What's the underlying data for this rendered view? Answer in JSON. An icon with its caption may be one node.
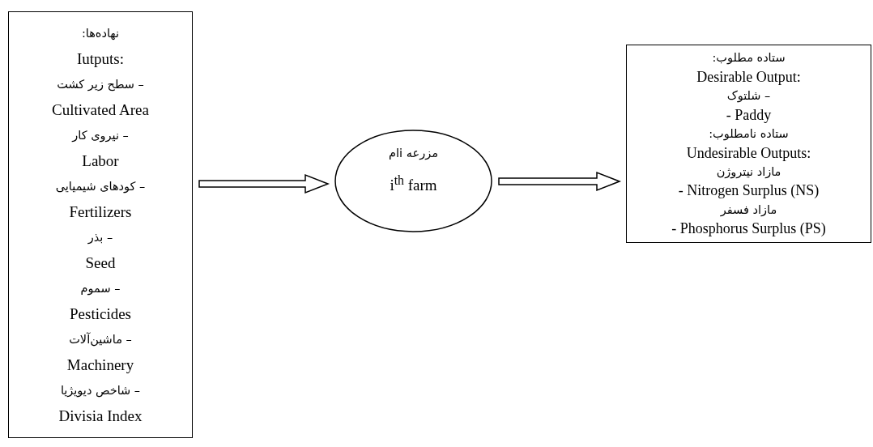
{
  "diagram": {
    "nodes": [
      {
        "text": [
          "نهاده‌ها:",
          "Iutputs:",
          "– سطح زیر کشت",
          "Cultivated Area",
          "– نیروی کار",
          "Labor",
          "– کودهای شیمیایی",
          "Fertilizers",
          "– بذر",
          "Seed",
          "– سموم",
          "Pesticides",
          "– ماشین‌آلات",
          "Machinery",
          "– شاخص دیویژیا",
          "Divisia Index"
        ]
      },
      {
        "text": [
          "مزرعه iام",
          "i$^{th}$ farm"
        ]
      },
      {
        "text": [
          "ستاده مطلوب:",
          "Desirable Output:",
          "– شلتوک",
          "- Paddy",
          "ستاده نامطلوب:",
          "Undesirable Outputs:",
          "مازاد نیتروژن",
          "- Nitrogen Surplus (NS)",
          "مازاد فسفر",
          "- Phosphorus Surplus (PS)"
        ]
      }
    ],
    "edges": [
      {
        "from": 0,
        "to": 1,
        "arrow": "to"
      },
      {
        "from": 1,
        "to": 2,
        "arrow": "to"
      }
    ]
  }
}
